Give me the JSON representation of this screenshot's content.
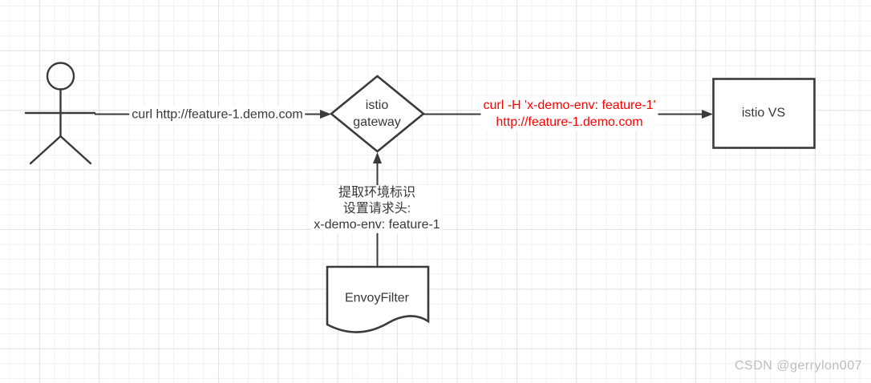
{
  "diagram": {
    "actor_request_label": "curl http://feature-1.demo.com",
    "gateway_node": {
      "line1": "istio",
      "line2": "gateway"
    },
    "gateway_to_vs_label": {
      "line1": "curl -H 'x-demo-env: feature-1'",
      "line2": "http://feature-1.demo.com"
    },
    "istio_vs_label": "istio VS",
    "filter_action_label": {
      "line1": "提取环境标识",
      "line2": "设置请求头:",
      "line3": "x-demo-env: feature-1"
    },
    "envoyfilter_label": "EnvoyFilter",
    "watermark": "CSDN @gerrylon007",
    "colors": {
      "shape_stroke": "#3a3a3a",
      "highlight_text": "#ff0000",
      "watermark_text": "#bdbdbd",
      "grid_minor": "#f1f1f1",
      "grid_major": "#e3e3e3"
    }
  }
}
